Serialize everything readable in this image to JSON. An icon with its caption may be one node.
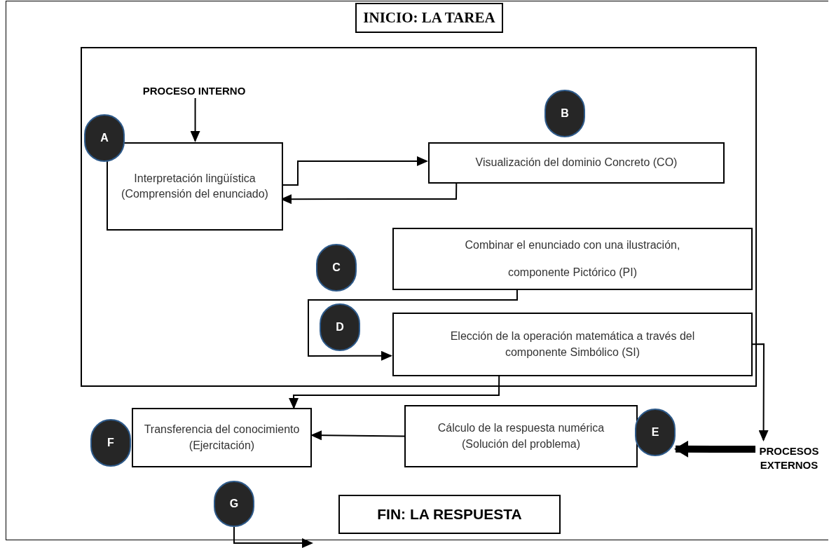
{
  "diagram": {
    "nodes": [
      {
        "text": [
          "INICIO: LA TAREA"
        ]
      },
      {
        "text": [],
        "shape": "box"
      },
      {
        "text": [
          "PROCESO INTERNO"
        ],
        "in": 1
      },
      {
        "text": [
          "Interpretación lingüística (Comprensión del enunciado)"
        ],
        "in": 1
      },
      {
        "text": [
          "Visualización del dominio Concreto (CO)"
        ],
        "in": 1
      },
      {
        "text": [
          "Combinar el enunciado con una ilustración, componente Pictórico (PI)"
        ],
        "in": 1
      },
      {
        "text": [
          "Elección de la operación matemática a través del componente Simbólico (SI)"
        ],
        "in": 1
      },
      {
        "text": [
          "Transferencia del conocimiento (Ejercitación)"
        ]
      },
      {
        "text": [
          "Cálculo de la respuesta numérica (Solución del problema)"
        ]
      },
      {
        "text": [
          "FIN: LA RESPUESTA"
        ]
      },
      {
        "text": [
          "PROCESOS EXTERNOS"
        ]
      },
      {
        "text": [
          "A"
        ],
        "in": 1
      },
      {
        "text": [
          "B"
        ],
        "in": 1
      },
      {
        "text": [
          "C"
        ],
        "in": 1
      },
      {
        "text": [
          "D"
        ],
        "in": 1
      },
      {
        "text": [
          "E"
        ]
      },
      {
        "text": [
          "F"
        ]
      },
      {
        "text": [
          "G"
        ]
      }
    ],
    "edges": [
      {
        "from": 2,
        "to": 3,
        "arrow": "to"
      },
      {
        "from": 3,
        "to": 4,
        "arrow": "to"
      },
      {
        "from": 4,
        "to": 3,
        "arrow": "to"
      },
      {
        "from": 5,
        "to": 6,
        "arrow": "to"
      },
      {
        "from": 6,
        "to": 7,
        "arrow": "to"
      },
      {
        "from": 8,
        "to": 7,
        "arrow": "to"
      },
      {
        "from": 6,
        "to": 10,
        "arrow": "to"
      },
      {
        "from": 10,
        "to": 15,
        "arrow": "to",
        "style": "thick"
      },
      {
        "from": 17,
        "to": null,
        "arrow": "to"
      }
    ]
  }
}
